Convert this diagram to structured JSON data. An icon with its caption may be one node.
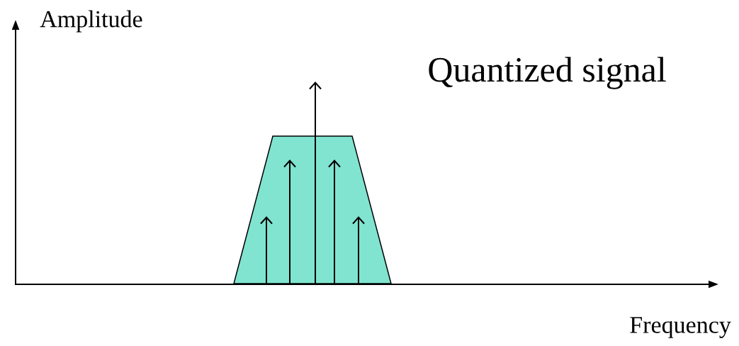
{
  "diagram": {
    "labels": [
      "Amplitude",
      "Quantized signal",
      "Frequency"
    ]
  }
}
